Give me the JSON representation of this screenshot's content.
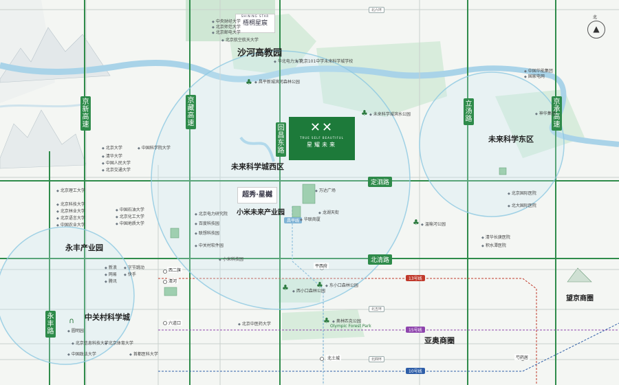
{
  "brand": {
    "title_en": "TRUE SELF BEAUTIFUL",
    "title_cn": "星耀未来",
    "mark": "✕✕"
  },
  "districts": {
    "shahe": "沙河高教园",
    "wlkx_west": "未来科学城西区",
    "wlkx_east": "未来科学东区",
    "xiaomi": "小米未来产业园",
    "yongfeng": "永丰产业园",
    "zgc": "中关村科学城",
    "yaoao": "亚奥商圈",
    "wangjing": "望京商圈"
  },
  "roads": {
    "jingxin": "京新高速",
    "jingzang": "京藏高速",
    "huichang": "回昌东路",
    "litang": "立汤路",
    "jingcheng": "京承高速",
    "yongfeng": "永丰路",
    "dingsi": "定泗路",
    "beiqing": "北清路"
  },
  "rings": {
    "r6": "北六环",
    "r5": "北五环",
    "r4": "北四环"
  },
  "metro": {
    "l13": "13号线",
    "l15": "15号线",
    "l10": "10号线",
    "changping": "昌平线"
  },
  "stations": {
    "xierqi": "西二旗",
    "qinghe": "清河",
    "liudaokou": "六道口",
    "pingxifu": "平西府",
    "beitucheng": "北土城",
    "shaoyaoju": "芍药居"
  },
  "brand_tags": {
    "wutong": "梧桐星宸",
    "wutong_en": "SHINING STAR",
    "chaoxiang": "超秀·星樾"
  },
  "parks": {
    "dongxiaokou": "东小口森林公园",
    "xixiaokou": "西小口森林公园",
    "olympic": "奥林匹克公园",
    "olympic_en": "Olympic Forest Park",
    "wenyuhe": "温榆河公园",
    "shunyi": "未来科学城滨水公园",
    "yuanmingyuan": "圆明园",
    "binhe": "昌平新城滨河森林公园"
  },
  "pois": {
    "p1": "中央财经大学",
    "p2": "北京师范大学",
    "p3": "北京邮电大学",
    "p4": "北京航空航天大学",
    "p5": "华北电力大学",
    "p6": "北京大学",
    "p7": "清华大学",
    "p8": "中国人民大学",
    "p9": "北京交通大学",
    "p10": "中国科学院大学",
    "p11": "北京理工大学",
    "p12": "北京科技大学",
    "p13": "北京林业大学",
    "p14": "北京语言大学",
    "p15": "中国农业大学",
    "p16": "中国石油大学",
    "p17": "北京化工大学",
    "p18": "中国地质大学",
    "p19": "北京中医药大学",
    "p20": "北京101中学未来科学城学校",
    "p21": "龙湖天街",
    "p22": "万达广场",
    "p23": "华联商厦",
    "p24": "中国华能集团",
    "p25": "国家电网",
    "p26": "神华集团",
    "p27": "北京国际医院",
    "p28": "北大国际医院",
    "p29": "清华长庚医院",
    "p30": "积水潭医院",
    "p31": "北京电力研究院",
    "p32": "百度科技园",
    "p33": "联想科技园",
    "p34": "中关村软件园",
    "p35": "新浪",
    "p36": "网易",
    "p37": "腾讯",
    "p38": "字节跳动",
    "p39": "快手",
    "p40": "小米科技园",
    "p41": "北京体育大学",
    "p42": "北京信息科技大学",
    "p43": "首都医科大学",
    "p44": "中国政法大学"
  }
}
